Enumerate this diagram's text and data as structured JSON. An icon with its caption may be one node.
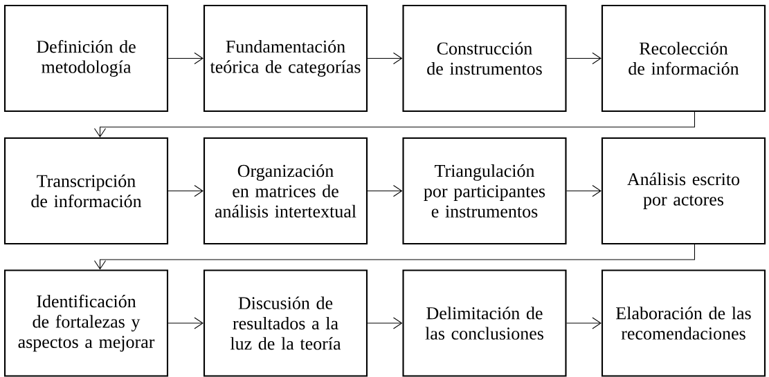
{
  "diagram": {
    "nodes": [
      {
        "text": [
          "Definición de metodología"
        ]
      },
      {
        "text": [
          "Fundamentación teórica de categorías"
        ]
      },
      {
        "text": [
          "Construcción de instrumentos"
        ]
      },
      {
        "text": [
          "Recolección de información"
        ]
      },
      {
        "text": [
          "Transcripción de información"
        ]
      },
      {
        "text": [
          "Organización en matrices de análisis intertextual"
        ]
      },
      {
        "text": [
          "Triangulación por participantes e instrumentos"
        ]
      },
      {
        "text": [
          "Análisis escrito por actores"
        ]
      },
      {
        "text": [
          "Identificación de fortalezas y aspectos a mejorar"
        ]
      },
      {
        "text": [
          "Discusión de resultados a la luz de la teoría"
        ]
      },
      {
        "text": [
          "Delimitación de las conclusiones"
        ]
      },
      {
        "text": [
          "Elaboración de las recomendaciones"
        ]
      }
    ],
    "edges": [
      {
        "from": 0,
        "to": 1,
        "arrow": "to"
      },
      {
        "from": 1,
        "to": 2,
        "arrow": "to"
      },
      {
        "from": 2,
        "to": 3,
        "arrow": "to"
      },
      {
        "from": 3,
        "to": 4,
        "arrow": "to"
      },
      {
        "from": 4,
        "to": 5,
        "arrow": "to"
      },
      {
        "from": 5,
        "to": 6,
        "arrow": "to"
      },
      {
        "from": 6,
        "to": 7,
        "arrow": "to"
      },
      {
        "from": 7,
        "to": 8,
        "arrow": "to"
      },
      {
        "from": 8,
        "to": 9,
        "arrow": "to"
      },
      {
        "from": 9,
        "to": 10,
        "arrow": "to"
      },
      {
        "from": 10,
        "to": 11,
        "arrow": "to"
      }
    ]
  }
}
